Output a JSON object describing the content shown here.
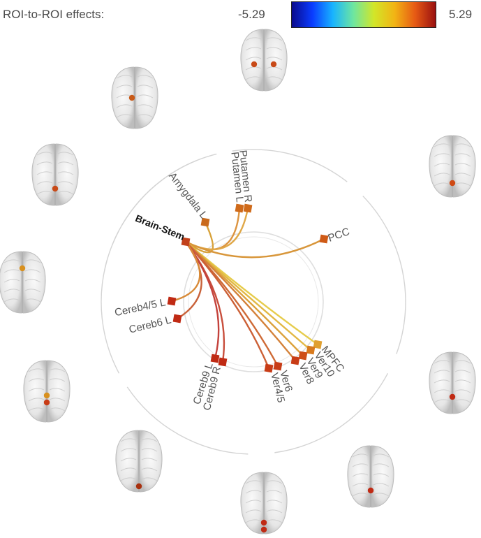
{
  "header": {
    "title": "ROI-to-ROI effects:",
    "min_label": "-5.29",
    "max_label": "5.29",
    "colormap": [
      "#0a0a8c",
      "#0a3cff",
      "#18b4ff",
      "#6ee6a0",
      "#d2e628",
      "#f2b414",
      "#e65a14",
      "#9a1010"
    ]
  },
  "rois": [
    {
      "id": "brainstem",
      "label": "Brain-Stem",
      "color": "#c2401a",
      "bold": true
    },
    {
      "id": "amygdala_l",
      "label": "Amygdala L",
      "color": "#c96a1c",
      "bold": false
    },
    {
      "id": "putamen_l",
      "label": "Putamen L",
      "color": "#cf6a1a",
      "bold": false
    },
    {
      "id": "putamen_r",
      "label": "Putamen R",
      "color": "#cf6a1a",
      "bold": false
    },
    {
      "id": "pcc",
      "label": "PCC",
      "color": "#cf5a16",
      "bold": false
    },
    {
      "id": "mpfc",
      "label": "MPFC",
      "color": "#e0a030",
      "bold": false
    },
    {
      "id": "ver10",
      "label": "Ver10",
      "color": "#d87a1e",
      "bold": false
    },
    {
      "id": "ver9",
      "label": "Ver9",
      "color": "#cf4f18",
      "bold": false
    },
    {
      "id": "ver8",
      "label": "Ver8",
      "color": "#c83c16",
      "bold": false
    },
    {
      "id": "ver6",
      "label": "Ver6",
      "color": "#c83c16",
      "bold": false
    },
    {
      "id": "ver45",
      "label": "Ver4/5",
      "color": "#c83c16",
      "bold": false
    },
    {
      "id": "cereb9_r",
      "label": "Cereb9 R",
      "color": "#c02a14",
      "bold": false
    },
    {
      "id": "cereb9_l",
      "label": "Cereb9 L",
      "color": "#c02a14",
      "bold": false
    },
    {
      "id": "cereb6_l",
      "label": "Cereb6 L",
      "color": "#c02a14",
      "bold": false
    },
    {
      "id": "cereb45_l",
      "label": "Cereb4/5 L",
      "color": "#c02a14",
      "bold": false
    }
  ],
  "connections": [
    {
      "from": "brainstem",
      "to": "amygdala_l",
      "color": "#d8a23a"
    },
    {
      "from": "brainstem",
      "to": "putamen_l",
      "color": "#dc9440"
    },
    {
      "from": "brainstem",
      "to": "putamen_r",
      "color": "#e0a848"
    },
    {
      "from": "brainstem",
      "to": "pcc",
      "color": "#d8963a"
    },
    {
      "from": "brainstem",
      "to": "mpfc",
      "color": "#e6cc4c"
    },
    {
      "from": "brainstem",
      "to": "ver10",
      "color": "#e2b844"
    },
    {
      "from": "brainstem",
      "to": "ver9",
      "color": "#dca23c"
    },
    {
      "from": "brainstem",
      "to": "ver8",
      "color": "#d4823a"
    },
    {
      "from": "brainstem",
      "to": "ver6",
      "color": "#cf6a36"
    },
    {
      "from": "brainstem",
      "to": "ver45",
      "color": "#cc6036"
    },
    {
      "from": "brainstem",
      "to": "cereb9_r",
      "color": "#c84e3c"
    },
    {
      "from": "brainstem",
      "to": "cereb9_l",
      "color": "#c4423c"
    },
    {
      "from": "brainstem",
      "to": "cereb6_l",
      "color": "#c9623a"
    },
    {
      "from": "brainstem",
      "to": "cereb45_l",
      "color": "#d88a38"
    }
  ],
  "brain_thumbnails": [
    {
      "name": "brain-thumb-putamen",
      "dots": [
        {
          "color": "#c84a18"
        },
        {
          "color": "#c84a18"
        }
      ]
    },
    {
      "name": "brain-thumb-amygdala",
      "dots": [
        {
          "color": "#c85a18"
        }
      ]
    },
    {
      "name": "brain-thumb-pcc",
      "dots": [
        {
          "color": "#cf4a14"
        }
      ]
    },
    {
      "name": "brain-thumb-brainstem",
      "dots": [
        {
          "color": "#c84a18"
        }
      ]
    },
    {
      "name": "brain-thumb-mpfc",
      "dots": [
        {
          "color": "#d8901e"
        }
      ]
    },
    {
      "name": "brain-thumb-cereb45",
      "dots": [
        {
          "color": "#c02a14"
        }
      ]
    },
    {
      "name": "brain-thumb-vermis",
      "dots": [
        {
          "color": "#d8901e"
        },
        {
          "color": "#c83c16"
        }
      ]
    },
    {
      "name": "brain-thumb-cereb6",
      "dots": [
        {
          "color": "#c02a14"
        }
      ]
    },
    {
      "name": "brain-thumb-cereb9",
      "dots": [
        {
          "color": "#a8300e"
        }
      ]
    },
    {
      "name": "brain-thumb-vermis-inferior",
      "dots": [
        {
          "color": "#c02a14"
        },
        {
          "color": "#c02a14"
        }
      ]
    }
  ]
}
